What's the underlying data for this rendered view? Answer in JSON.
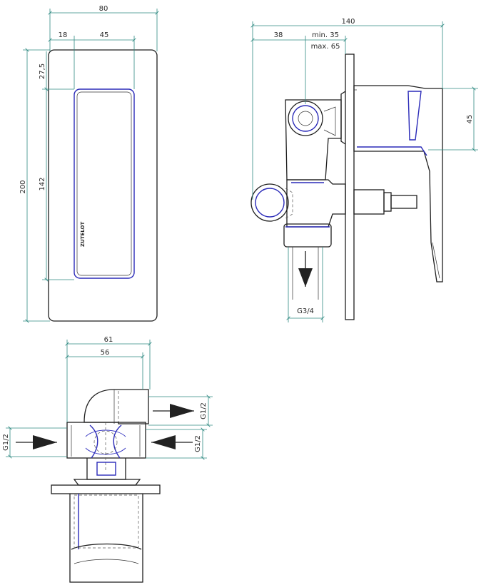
{
  "front_view": {
    "dim_width": "80",
    "dim_offset": "18",
    "dim_inner_width": "45",
    "dim_top_offset": "27,5",
    "dim_height": "200",
    "dim_inner_height": "142",
    "brand": "ZUTELOT"
  },
  "side_view": {
    "dim_depth": "140",
    "dim_38": "38",
    "dim_min": "min. 35",
    "dim_max": "max. 65",
    "dim_handle": "45",
    "dim_outlet_thread": "G3/4"
  },
  "top_view": {
    "dim_61": "61",
    "dim_56": "56",
    "dim_right_top": "G1/2",
    "dim_right_bottom": "G1/2",
    "dim_left": "G1/2"
  },
  "colors": {
    "dimension": "#2f8a82",
    "outline": "#1e1e1e",
    "accent": "#2a2ab8"
  }
}
